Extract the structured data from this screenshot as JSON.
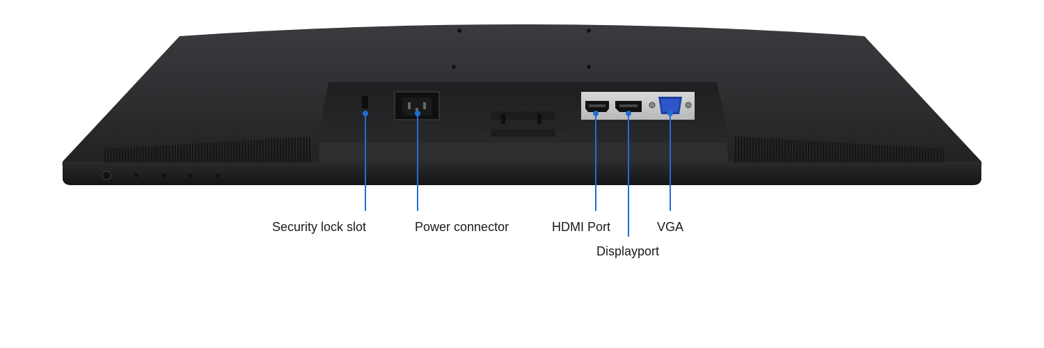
{
  "colors": {
    "background": "#ffffff",
    "monitor_body": "#2b2c2e",
    "monitor_edge": "#1c1c1e",
    "recess": "#232325",
    "port_panel": "#c9cacc",
    "vga_blue": "#2d55c8",
    "callout_line": "#1f6fd1",
    "label_text": "#1a1a1a"
  },
  "callouts": [
    {
      "id": "security-lock-slot",
      "label": "Security lock slot"
    },
    {
      "id": "power-connector",
      "label": "Power connector"
    },
    {
      "id": "hdmi-port",
      "label": "HDMI Port"
    },
    {
      "id": "vga",
      "label": "VGA"
    },
    {
      "id": "displayport",
      "label": "Displayport"
    }
  ]
}
